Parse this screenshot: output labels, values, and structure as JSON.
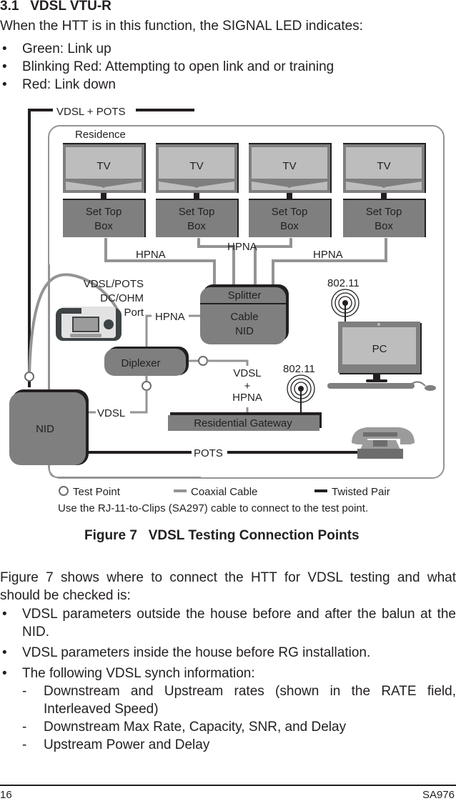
{
  "section": {
    "number": "3.1",
    "title": "VDSL VTU-R",
    "heading": "3.1   VDSL VTU-R",
    "intro": "When the HTT is in this function, the SIGNAL LED indicates:",
    "led_states": [
      {
        "text": "Green: Link up"
      },
      {
        "text": "Blinking Red: Attempting to open link and or training"
      },
      {
        "text": "Red: Link down"
      }
    ]
  },
  "diagram": {
    "incoming_line_label": "VDSL + POTS",
    "residence_label": "Residence",
    "tvs": [
      {
        "tv_label": "TV",
        "stb_label_line1": "Set Top",
        "stb_label_line2": "Box"
      },
      {
        "tv_label": "TV",
        "stb_label_line1": "Set Top",
        "stb_label_line2": "Box"
      },
      {
        "tv_label": "TV",
        "stb_label_line1": "Set Top",
        "stb_label_line2": "Box"
      },
      {
        "tv_label": "TV",
        "stb_label_line1": "Set Top",
        "stb_label_line2": "Box"
      }
    ],
    "hpna_labels": [
      "HPNA",
      "HPNA",
      "HPNA",
      "HPNA"
    ],
    "tester_label_lines": [
      "VDSL/POTS",
      "DC/OHM",
      "Port"
    ],
    "splitter_label": "Splitter",
    "cable_nid_label_lines": [
      "Cable",
      "NID"
    ],
    "wifi_labels": [
      "802.11",
      "802.11"
    ],
    "pc_label": "PC",
    "diplexer_label": "Diplexer",
    "vdsl_hpna_label_lines": [
      "VDSL",
      "+",
      "HPNA"
    ],
    "nid_label": "NID",
    "vdsl_label": "VDSL",
    "gateway_label": "Residential Gateway",
    "pots_label": "POTS",
    "colors": {
      "coax": "#949494",
      "twisted_pair": "#231f20",
      "device_fill": "#7f7f7f",
      "screen_fill": "#bdbdbd"
    }
  },
  "legend": {
    "test_point": "Test Point",
    "coax": "Coaxial Cable",
    "twisted_pair": "Twisted Pair",
    "note": "Use the RJ-11-to-Clips (SA297) cable to connect to the test point."
  },
  "figure": {
    "caption": "Figure 7   VDSL Testing Connection Points"
  },
  "body": {
    "paragraph": "Figure 7 shows where to connect the HTT for VDSL testing and what should be checked is:",
    "checks": [
      {
        "text": "VDSL parameters outside the house before and after the balun at the NID."
      },
      {
        "text": "VDSL parameters inside the house before RG installation."
      },
      {
        "text": "The following VDSL synch information:"
      }
    ],
    "synch_items": [
      {
        "text": "Downstream and Upstream rates (shown in the RATE field, Interleaved Speed)"
      },
      {
        "text": "Downstream Max Rate, Capacity, SNR, and Delay"
      },
      {
        "text": "Upstream Power and Delay"
      }
    ],
    "bullet_char": "•",
    "dash_char": "-"
  },
  "footer": {
    "page_number": "16",
    "doc_id": "SA976"
  }
}
